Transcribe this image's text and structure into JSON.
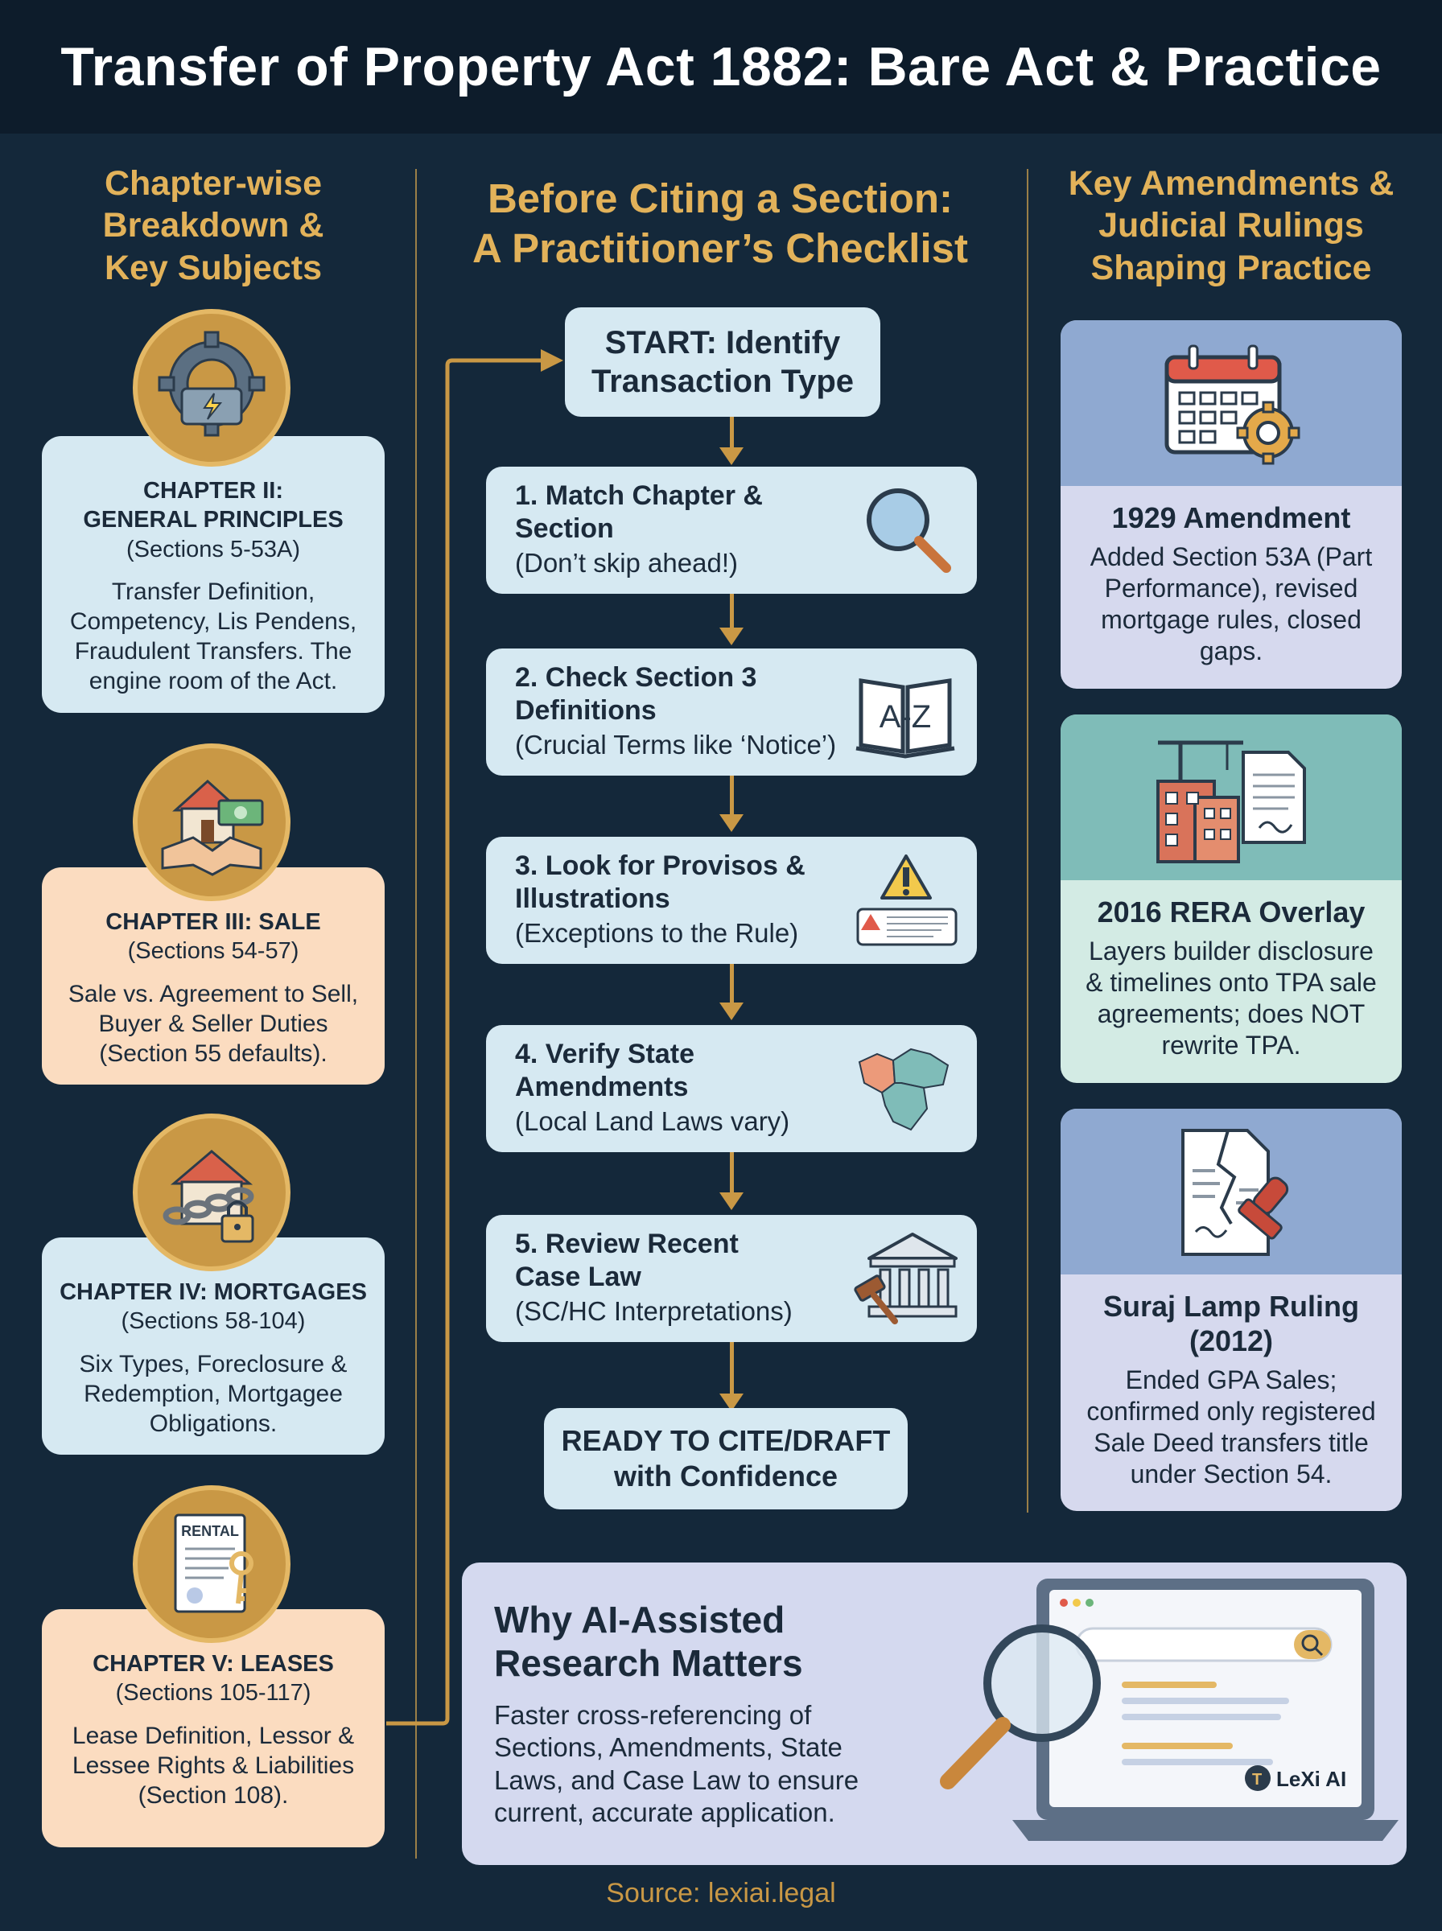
{
  "title": "Transfer of Property Act 1882: Bare Act & Practice",
  "left_column": {
    "heading_lines": [
      "Chapter-wise",
      "Breakdown &",
      "Key Subjects"
    ],
    "chapters": [
      {
        "title_lines": [
          "CHAPTER II:",
          "GENERAL PRINCIPLES"
        ],
        "sections": "(Sections 5-53A)",
        "desc_lines": [
          "Transfer Definition,",
          "Competency, Lis Pendens,",
          "Fraudulent Transfers. The",
          "engine room of the Act."
        ],
        "icon": "gear-engine-icon"
      },
      {
        "title_lines": [
          "CHAPTER III: SALE"
        ],
        "sections": "(Sections 54-57)",
        "desc_lines": [
          "Sale vs. Agreement to Sell,",
          "Buyer & Seller Duties",
          "(Section 55 defaults)."
        ],
        "icon": "house-handshake-icon"
      },
      {
        "title_lines": [
          "CHAPTER IV: MORTGAGES"
        ],
        "sections": "(Sections 58-104)",
        "desc_lines": [
          "Six Types, Foreclosure &",
          "Redemption, Mortgagee",
          "Obligations."
        ],
        "icon": "house-chain-lock-icon"
      },
      {
        "title_lines": [
          "CHAPTER V: LEASES"
        ],
        "sections": "(Sections 105-117)",
        "desc_lines": [
          "Lease Definition, Lessor &",
          "Lessee Rights & Liabilities",
          "(Section 108)."
        ],
        "icon": "rental-contract-icon",
        "rental_label": "RENTAL"
      }
    ]
  },
  "middle_column": {
    "heading_lines": [
      "Before Citing a Section:",
      "A Practitioner’s Checklist"
    ],
    "start_lines": [
      "START: Identify",
      "Transaction Type"
    ],
    "steps": [
      {
        "title_lines": [
          "1. Match Chapter &",
          "Section"
        ],
        "sub": "(Don’t skip ahead!)",
        "icon": "magnifier-icon"
      },
      {
        "title_lines": [
          "2. Check Section 3",
          "Definitions"
        ],
        "sub": "(Crucial Terms like ‘Notice’)",
        "icon": "dictionary-book-icon",
        "icon_text": "A-Z"
      },
      {
        "title_lines": [
          "3. Look for Provisos &",
          "Illustrations"
        ],
        "sub": "(Exceptions to the Rule)",
        "icon": "warning-icon"
      },
      {
        "title_lines": [
          "4. Verify State",
          "Amendments"
        ],
        "sub": "(Local Land Laws vary)",
        "icon": "state-map-icon"
      },
      {
        "title_lines": [
          "5. Review Recent",
          "Case Law"
        ],
        "sub": "(SC/HC Interpretations)",
        "icon": "courthouse-gavel-icon"
      }
    ],
    "end_lines": [
      "READY TO CITE/DRAFT",
      "with Confidence"
    ]
  },
  "right_column": {
    "heading_lines": [
      "Key Amendments &",
      "Judicial Rulings",
      "Shaping Practice"
    ],
    "cards": [
      {
        "title_lines": [
          "1929 Amendment"
        ],
        "desc_lines": [
          "Added Section 53A (Part",
          "Performance), revised",
          "mortgage rules, closed",
          "gaps."
        ],
        "icon": "calendar-gear-icon"
      },
      {
        "title_lines": [
          "2016 RERA Overlay"
        ],
        "desc_lines": [
          "Layers builder disclosure",
          "& timelines onto TPA sale",
          "agreements; does NOT",
          "rewrite TPA."
        ],
        "icon": "construction-document-icon"
      },
      {
        "title_lines": [
          "Suraj Lamp Ruling",
          "(2012)"
        ],
        "desc_lines": [
          "Ended GPA Sales;",
          "confirmed only registered",
          "Sale Deed transfers title",
          "under Section 54."
        ],
        "icon": "torn-document-stamp-icon"
      }
    ]
  },
  "ai_panel": {
    "title_lines": [
      "Why AI-Assisted",
      "Research Matters"
    ],
    "desc_lines": [
      "Faster cross-referencing of",
      "Sections, Amendments, State",
      "Laws, and Case Law to ensure",
      "current, accurate application."
    ],
    "brand": "LeXi AI",
    "icon": "laptop-search-icon"
  },
  "source": "Source: lexiai.legal",
  "colors": {
    "gold": "#c99845",
    "background": "#14283a",
    "card_blue": "#d6e9f2",
    "card_peach": "#fbdcc0",
    "lavender": "#d4d9ef",
    "teal": "#7fbcb8"
  }
}
